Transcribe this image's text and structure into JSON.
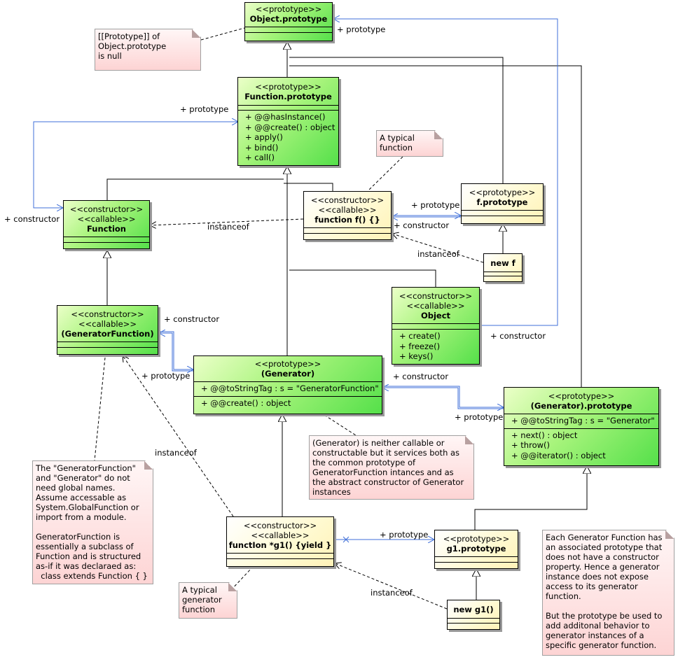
{
  "classes": {
    "object_prototype": {
      "stereotype": "<<prototype>>",
      "name": "Object.prototype"
    },
    "function_prototype": {
      "stereotype": "<<prototype>>",
      "name": "Function.prototype",
      "ops": [
        "+ @@hasInstance()",
        "+ @@create() : object",
        "+ apply()",
        "+ bind()",
        "+ call()"
      ]
    },
    "function_ctor": {
      "stereotype1": "<<constructor>>",
      "stereotype2": "<<callable>>",
      "name": "Function"
    },
    "function_f": {
      "stereotype1": "<<constructor>>",
      "stereotype2": "<<callable>>",
      "name": "function f() {}"
    },
    "f_prototype": {
      "stereotype": "<<prototype>>",
      "name": "f.prototype"
    },
    "new_f": {
      "name": "new f"
    },
    "object_ctor": {
      "stereotype1": "<<constructor>>",
      "stereotype2": "<<callable>>",
      "name": "Object",
      "ops": [
        "+ create()",
        "+ freeze()",
        "+ keys()"
      ]
    },
    "generator_function": {
      "stereotype1": "<<constructor>>",
      "stereotype2": "<<callable>>",
      "name": "(GeneratorFunction)"
    },
    "generator": {
      "stereotype": "<<prototype>>",
      "name": "(Generator)",
      "attrs": [
        "+ @@toStringTag : s = \"GeneratorFunction\""
      ],
      "ops": [
        "+ @@create() : object"
      ]
    },
    "generator_prototype": {
      "stereotype": "<<prototype>>",
      "name": "(Generator).prototype",
      "attrs": [
        "+ @@toStringTag : s = \"Generator\""
      ],
      "ops": [
        "+ next() : object",
        "+ throw()",
        "+ @@iterator() : object"
      ]
    },
    "function_g1": {
      "stereotype1": "<<constructor>>",
      "stereotype2": "<<callable>>",
      "name": "functIon *g1() {yield }"
    },
    "g1_prototype": {
      "stereotype": "<<prototype>>",
      "name": "g1.prototype"
    },
    "new_g1": {
      "name": "new g1()"
    }
  },
  "notes": {
    "null_proto": "[[Prototype]] of\nObject.prototype\nis null",
    "typical_function": "A typical\nfunction",
    "generator_desc": "(Generator) is neither callable or\nconstructable but it services both as\nthe common prototype of\nGeneratorFunction intances and as\nthe abstract constructor of Generator\ninstances",
    "global_names": "The \"GeneratorFunction\"\nand \"Generator\" do not\nneed global names.\nAssume accessable as\nSystem.GlobalFunction or\nimport from a module.\n\nGeneratorFunction is\nessentially a subclass of\nFunction and is structured\nas-if it was declaraed as:\n  class extends Function { }",
    "typical_generator": "A typical\ngenerator\nfunction",
    "each_generator": "Each Generator Function has\nan associated prototype that\ndoes not have a constructor\nproperty. Hence a generator\ninstance does not expose\naccess to its generator\nfunction.\n\nBut the prototype be used to\nadd additonal behavior to\ngenerator instances of a\nspecific generator function."
  },
  "labels": {
    "prototype": "+ prototype",
    "constructor": "+ constructor",
    "instanceof": "instanceof"
  },
  "colors": {
    "association_blue": "#3f6fd8",
    "generalization": "#000000",
    "note_fill": "#fdd4d4",
    "prototype_green": "#55e04a",
    "instance_yellow": "#fff2b8"
  }
}
